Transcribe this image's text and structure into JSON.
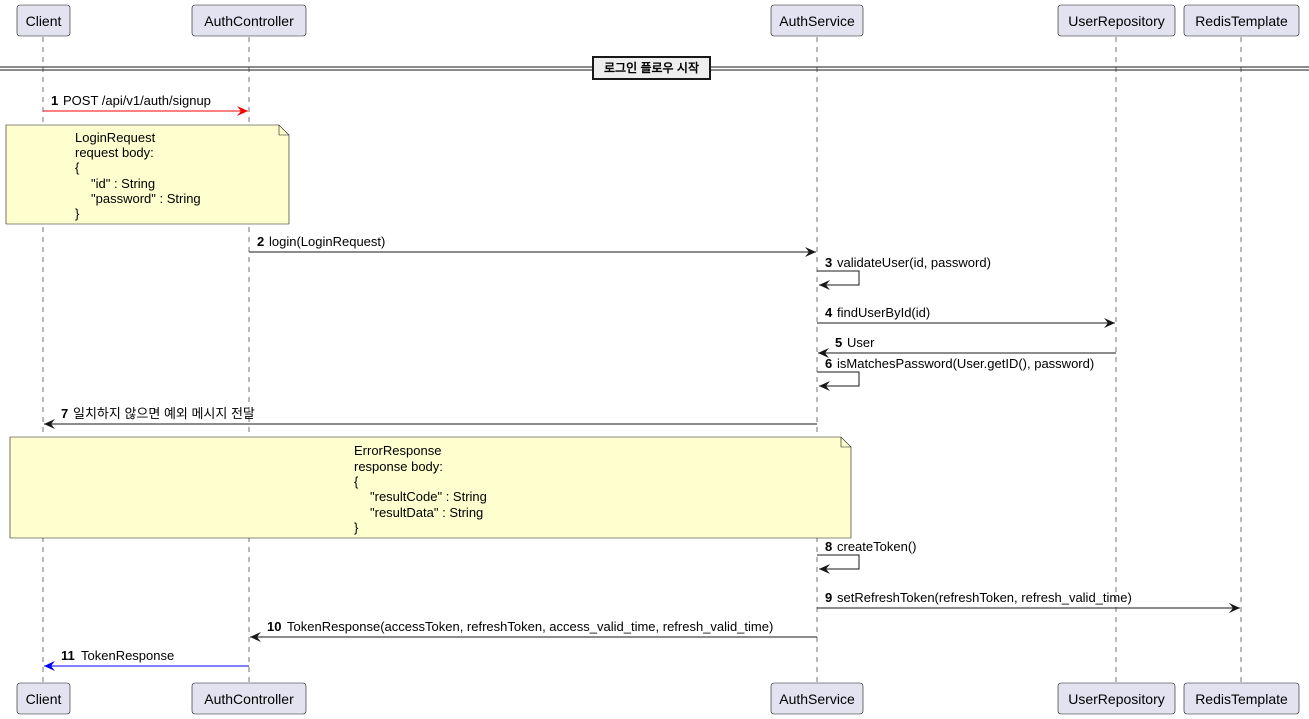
{
  "participants": [
    {
      "id": "client",
      "label": "Client"
    },
    {
      "id": "authController",
      "label": "AuthController"
    },
    {
      "id": "authService",
      "label": "AuthService"
    },
    {
      "id": "userRepository",
      "label": "UserRepository"
    },
    {
      "id": "redisTemplate",
      "label": "RedisTemplate"
    }
  ],
  "divider": {
    "label": "로그인 플로우 시작"
  },
  "notes": [
    {
      "lines": [
        "LoginRequest",
        "request body:",
        "{",
        "\"id\" : String",
        "\"password\" : String",
        "}"
      ]
    },
    {
      "lines": [
        "ErrorResponse",
        "response body:",
        "{",
        "\"resultCode\" : String",
        "\"resultData\" : String",
        "}"
      ]
    }
  ],
  "messages": [
    {
      "num": "1",
      "label": "POST /api/v1/auth/signup",
      "from": "client",
      "to": "authController",
      "color": "#ff0000"
    },
    {
      "num": "2",
      "label": "login(LoginRequest)",
      "from": "authController",
      "to": "authService",
      "color": "#181818"
    },
    {
      "num": "3",
      "label": "validateUser(id, password)",
      "from": "authService",
      "to": "authService",
      "color": "#181818"
    },
    {
      "num": "4",
      "label": "findUserById(id)",
      "from": "authService",
      "to": "userRepository",
      "color": "#181818"
    },
    {
      "num": "5",
      "label": "User",
      "from": "userRepository",
      "to": "authService",
      "color": "#181818"
    },
    {
      "num": "6",
      "label": "isMatchesPassword(User.getID(), password)",
      "from": "authService",
      "to": "authService",
      "color": "#181818"
    },
    {
      "num": "7",
      "label": "일치하지 않으면 예외 메시지 전달",
      "from": "authService",
      "to": "client",
      "color": "#181818"
    },
    {
      "num": "8",
      "label": "createToken()",
      "from": "authService",
      "to": "authService",
      "color": "#181818"
    },
    {
      "num": "9",
      "label": "setRefreshToken(refreshToken, refresh_valid_time)",
      "from": "authService",
      "to": "redisTemplate",
      "color": "#181818"
    },
    {
      "num": "10",
      "label": "TokenResponse(accessToken, refreshToken, access_valid_time, refresh_valid_time)",
      "from": "authService",
      "to": "authController",
      "color": "#181818"
    },
    {
      "num": "11",
      "label": "TokenResponse",
      "from": "authController",
      "to": "client",
      "color": "#0000ff"
    }
  ]
}
